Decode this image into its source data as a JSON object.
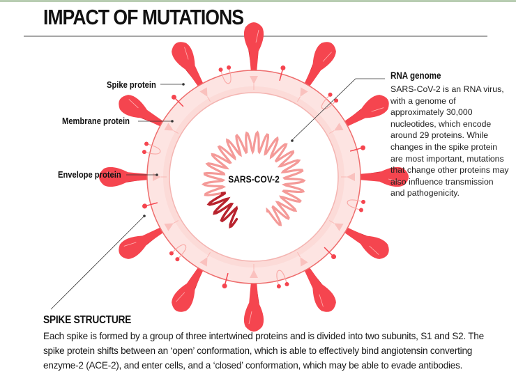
{
  "page": {
    "title": "IMPACT OF MUTATIONS"
  },
  "diagram": {
    "center_label": "SARS-COV-2",
    "labels": {
      "spike_protein": "Spike protein",
      "membrane_protein": "Membrane protein",
      "envelope_protein": "Envelope protein"
    },
    "spike_count": 12,
    "colors": {
      "spike": "#f5454f",
      "spike_dark": "#c8202c",
      "membrane_fill": "#fde4e2",
      "membrane_stroke": "#ee6d6d",
      "rna": "#f49a98",
      "rna_highlight": "#b8232e",
      "leader": "#333333"
    }
  },
  "rna_genome": {
    "heading": "RNA genome",
    "text": "SARS-CoV-2 is an RNA virus, with a genome of approximately 30,000 nucleotides, which encode around 29 proteins. While changes in the spike protein are most important, mutations that change other proteins may also influence transmission and pathogenicity."
  },
  "spike_structure": {
    "heading": "SPIKE STRUCTURE",
    "text": "Each spike is formed by a group of three intertwined proteins and is divided into two subunits, S1 and S2. The spike protein shifts between an ‘open’ conformation, which is able to effectively bind angiotensin converting enzyme-2 (ACE-2), and enter cells, and a ‘closed’ conformation, which may be able to evade antibodies."
  }
}
